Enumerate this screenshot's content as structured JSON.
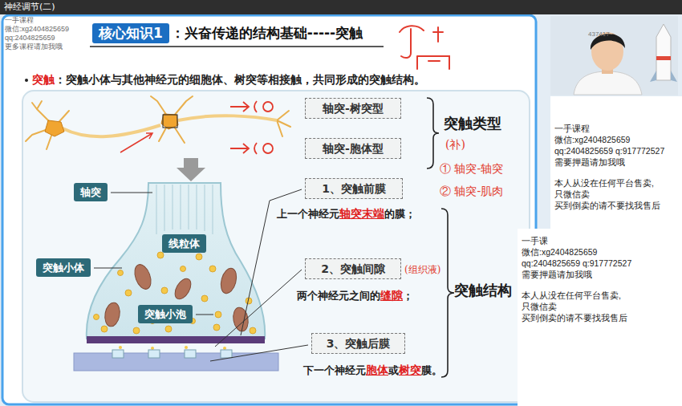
{
  "diagram": {
    "title": "：兴奋传递的结构基础-----突触",
    "nodes": [
      {
        "text": [
          "神经调节(二)"
        ]
      },
      {
        "text": [
          "核心知识1"
        ]
      },
      {
        "text": [
          "轴突-树突型"
        ]
      },
      {
        "text": [
          "轴突-胞体型"
        ]
      },
      {
        "text": [
          "1、突触前膜"
        ]
      },
      {
        "text": [
          "2、突触间隙"
        ]
      },
      {
        "text": [
          "3、突触后膜"
        ]
      },
      {
        "text": [
          "轴突"
        ]
      },
      {
        "text": [
          "突触小体"
        ]
      },
      {
        "text": [
          "线粒体"
        ]
      },
      {
        "text": [
          "突触小泡"
        ]
      },
      {
        "text": [
          "一手课程",
          "微信:xg2404825659",
          "qq:2404825659 q:917772527",
          "需要押题请加我哦",
          "本人从没在任何平台售卖,",
          "只微信卖",
          "买到倒卖的请不要找我售后"
        ]
      },
      {
        "text": [
          "一手课",
          "微信:xg2404825659",
          "qq:2404825659 q:917772527",
          "需要押题请加我哦",
          "本人从没在任何平台售卖,",
          "只微信卖",
          "买到倒卖的请不要找我售后"
        ]
      }
    ],
    "labels": [
      "一手课程",
      "微信:xg2404825659",
      "qq:2404825659",
      "更多课程请加我哦",
      "突触",
      "：突触小体与其他神经元的细胞体、树突等相接触，共同形成的突触结构。",
      "突触类型",
      "(补)",
      "① 轴突-轴突",
      "② 轴突-肌肉",
      "上一个神经元",
      "轴突末端",
      "的膜；",
      "(组织液)",
      "两个神经元之间的",
      "缝隙",
      "；",
      "下一个神经元",
      "胞体",
      "或",
      "树突",
      "膜。",
      "突触结构",
      "437417"
    ]
  }
}
